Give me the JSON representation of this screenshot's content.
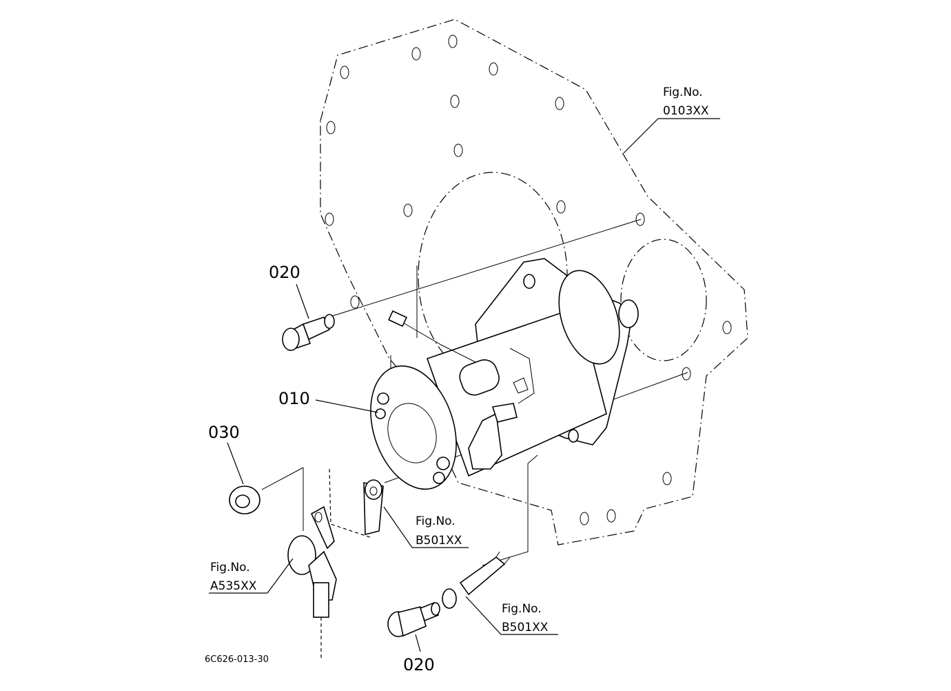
{
  "labels": {
    "part_010": "010",
    "part_020_upper": "020",
    "part_020_lower": "020",
    "part_030": "030",
    "fig_caption": "Fig.No.",
    "fig_0103": "0103XX",
    "fig_b501_upper": "B501XX",
    "fig_b501_lower": "B501XX",
    "fig_a535": "A535XX"
  },
  "diagram_code": "6C626-013-30"
}
